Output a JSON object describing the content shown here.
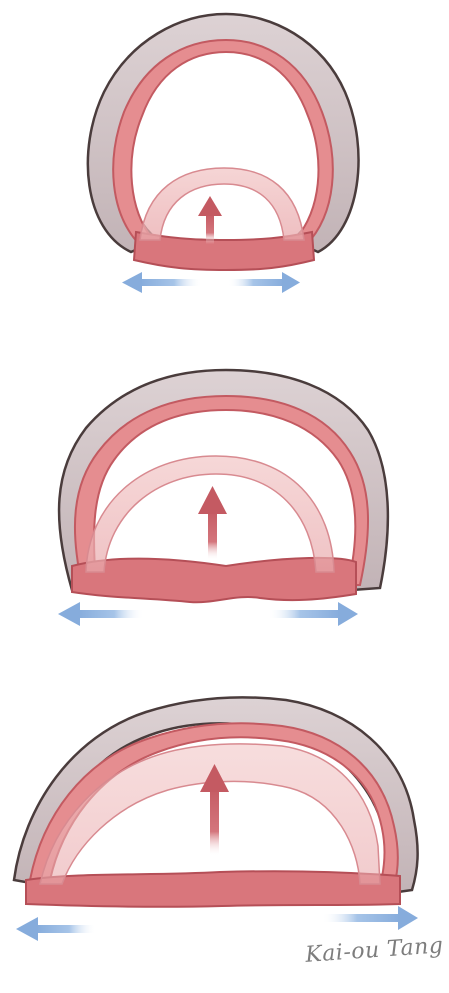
{
  "figure": {
    "panels": [
      {
        "id": "panel-1",
        "stage": 1
      },
      {
        "id": "panel-2",
        "stage": 2
      },
      {
        "id": "panel-3",
        "stage": 3
      }
    ],
    "colors": {
      "outer_wall": "#c9bdbf",
      "outer_stroke": "#4a3c3c",
      "mucosa": "#e38b8b",
      "mucosa_dark": "#c75c62",
      "lumen": "#ffffff",
      "arrow_red": "#c9646b",
      "arrow_blue": "#8eb3df"
    },
    "signature": "Kai-ou Tang"
  }
}
